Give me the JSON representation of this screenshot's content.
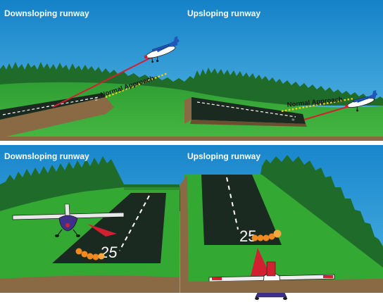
{
  "top_panel": {
    "left_label": "Downsloping runway",
    "right_label": "Upsloping runway",
    "left_approach_label": "Normal Approach",
    "right_approach_label": "Normal Approach"
  },
  "bottom_panel": {
    "left_label": "Downsloping runway",
    "right_label": "Upsloping runway",
    "left_runway_number": "25",
    "right_runway_number": "25"
  },
  "colors": {
    "sky": "#1e96d2",
    "grass": "#33a832",
    "trees": "#1f6b2a",
    "runway": "#1b2a20",
    "dirt": "#8a6a45",
    "path_red": "#d22030",
    "normal_yellow": "#f5d20a",
    "vasi_orange": "#f08a20"
  }
}
